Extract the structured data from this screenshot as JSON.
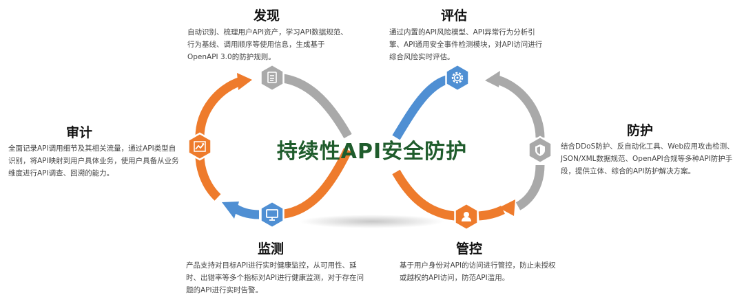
{
  "center_title": "持续性API安全防护",
  "stages": {
    "discover": {
      "title": "发现",
      "desc": "自动识别、梳理用户API资产，学习API数据规范、行为基线、调用顺序等使用信息，生成基于OpenAPI 3.0的防护规则。",
      "icon": "document-icon"
    },
    "evaluate": {
      "title": "评估",
      "desc": "通过内置的API风险模型、API异常行为分析引擎、API通用安全事件检测模块，对API访问进行综合风险实时评估。",
      "icon": "gear-icon"
    },
    "protect": {
      "title": "防护",
      "desc": "结合DDoS防护、反自动化工具、Web应用攻击检测、JSON/XML数据规范、OpenAPI合规等多种API防护手段，提供立体、综合的API防护解决方案。",
      "icon": "shield-icon"
    },
    "control": {
      "title": "管控",
      "desc": "基于用户身份对API的访问进行管控，防止未授权或越权的API访问，防范API滥用。",
      "icon": "user-icon"
    },
    "monitor": {
      "title": "监测",
      "desc": "产品支持对目标API进行实时健康监控，从可用性、延时、出错率等多个指标对API进行健康监测，对于存在问题的API进行实时告警。",
      "icon": "monitor-icon"
    },
    "audit": {
      "title": "审计",
      "desc": "全面记录API调用细节及其相关流量，通过API类型自识别，将API映射到用户具体业务，使用户具备从业务维度进行API调查、回溯的能力。",
      "icon": "trend-chart-icon"
    }
  },
  "colors": {
    "orange": "#ee7b2c",
    "blue": "#4f8fd3",
    "gray": "#a9a9a9",
    "center_text": "#1f5c2c"
  }
}
